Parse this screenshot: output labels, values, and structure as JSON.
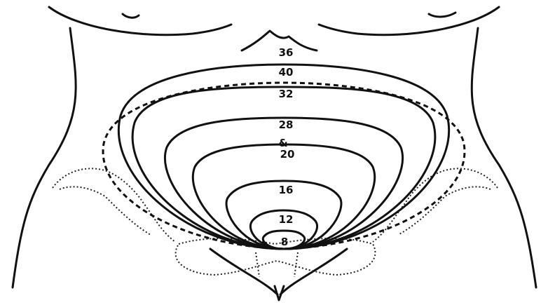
{
  "fundal_height_labels": {
    "w36": "36",
    "w40": "40",
    "w32": "32",
    "w28": "28",
    "umbilicus": "&",
    "w20": "20",
    "w16": "16",
    "w12": "12",
    "w8": "8"
  },
  "colors": {
    "line": "#111111",
    "background": "#ffffff"
  }
}
